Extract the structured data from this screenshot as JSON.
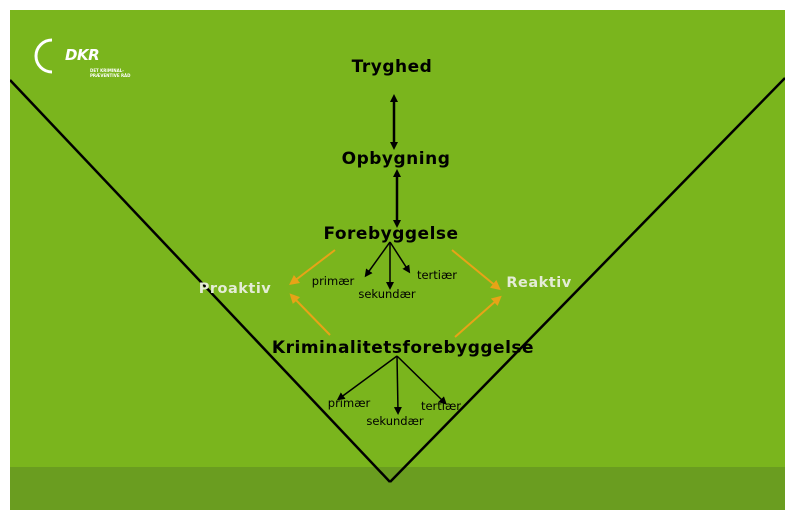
{
  "logo": {
    "text": "DKR",
    "subtitle_line1": "DET KRIMINAL-",
    "subtitle_line2": "PRÆVENTIVE RÅD"
  },
  "levels": {
    "tryghed": "Tryghed",
    "opbygning": "Opbygning",
    "forebyggelse": "Forebyggelse",
    "kriminalitetsforebyggelse": "Kriminalitetsforebyggelse"
  },
  "forebyggelse_branches": {
    "primaer": "primær",
    "sekundaer": "sekundær",
    "tertiaer": "tertiær"
  },
  "krim_branches": {
    "primaer": "primær",
    "sekundaer": "sekundær",
    "tertiaer": "tertiær"
  },
  "sides": {
    "left": "Proaktiv",
    "right": "Reaktiv"
  },
  "colors": {
    "background": "#7ab51d",
    "band": "#6a9d20",
    "orange_arrows": "#e8a317",
    "side_labels": "#e4ecd6"
  }
}
